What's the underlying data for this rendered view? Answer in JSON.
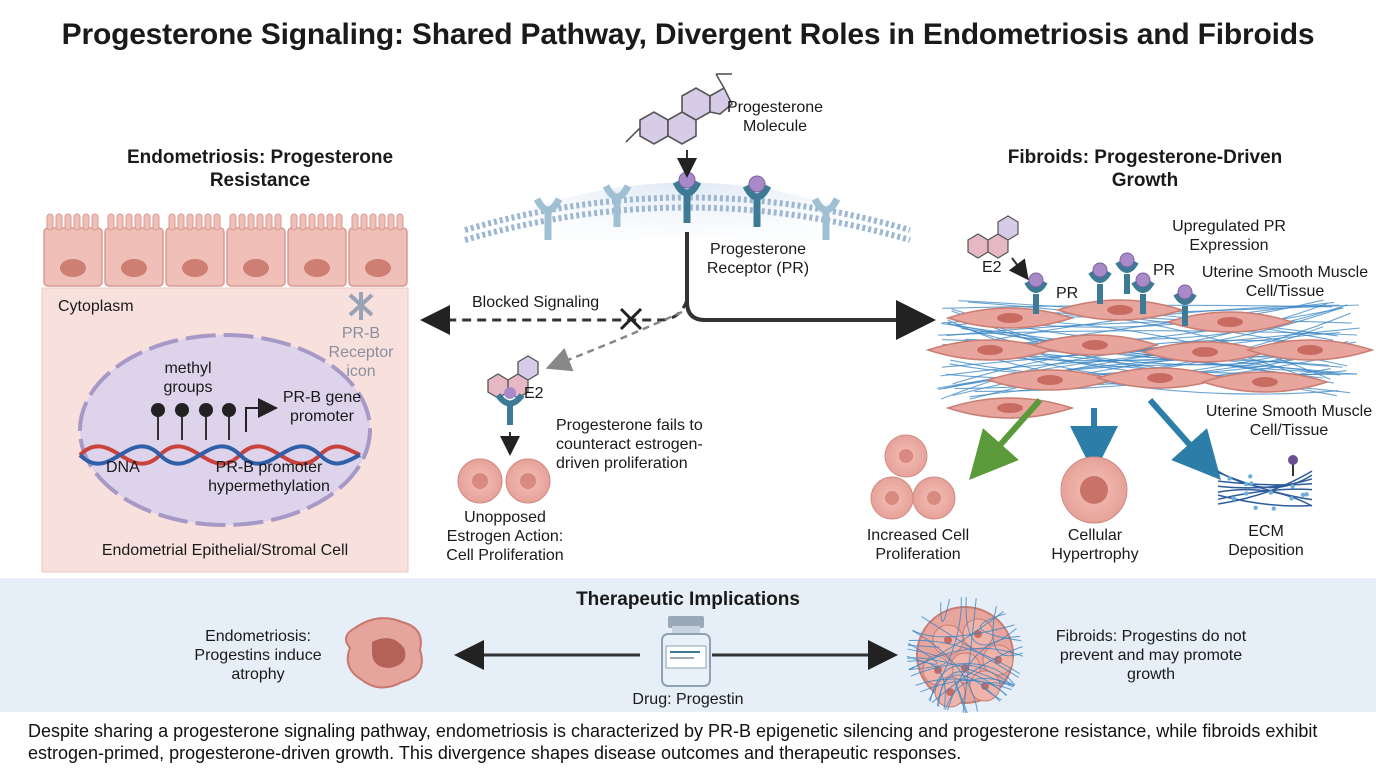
{
  "title": "Progesterone Signaling: Shared Pathway, Divergent Roles in Endometriosis and Fibroids",
  "center": {
    "molecule_label": "Progesterone Molecule",
    "receptor_label": "Progesterone Receptor (PR)",
    "blocked_label": "Blocked Signaling",
    "e2_label": "E2",
    "fails_text": "Progesterone fails to counteract estrogen-driven proliferation",
    "unopposed_text": "Unopposed Estrogen Action: Cell Proliferation"
  },
  "endometriosis": {
    "heading": "Endometriosis: Progesterone Resistance",
    "cytoplasm": "Cytoplasm",
    "receptor_icon_label": "PR-B Receptor icon",
    "methyl_label": "methyl groups",
    "promoter_label": "PR-B gene promoter",
    "dna_label": "DNA",
    "hypermethylation_label": "PR-B promoter hypermethylation",
    "cell_label": "Endometrial Epithelial/Stromal Cell"
  },
  "fibroids": {
    "heading": "Fibroids: Progesterone-Driven Growth",
    "upregulated_label": "Upregulated PR Expression",
    "e2_label": "E2",
    "pr_label_1": "PR",
    "pr_label_2": "PR",
    "tissue_label_1": "Uterine Smooth Muscle Cell/Tissue",
    "tissue_label_2": "Uterine Smooth Muscle Cell/Tissue",
    "outcome_proliferation": "Increased Cell Proliferation",
    "outcome_hypertrophy": "Cellular Hypertrophy",
    "outcome_ecm": "ECM Deposition"
  },
  "therapy": {
    "heading": "Therapeutic Implications",
    "endo_text": "Endometriosis: Progestins induce atrophy",
    "drug_label": "Drug: Progestin",
    "fibroid_text": "Fibroids: Progestins do not prevent and may promote growth"
  },
  "footer": "Despite sharing a progesterone signaling pathway, endometriosis is characterized by PR-B epigenetic silencing and progesterone resistance, while fibroids exhibit estrogen-primed, progesterone-driven growth. This divergence shapes disease outcomes and therapeutic responses.",
  "colors": {
    "receptor": "#3c7a95",
    "ligand": "#a98ac9",
    "cell": "#e7a39c",
    "arrow_green": "#5a9a3a",
    "arrow_blue": "#2c7ea8",
    "ecm_fiber": "#3a86c4"
  }
}
